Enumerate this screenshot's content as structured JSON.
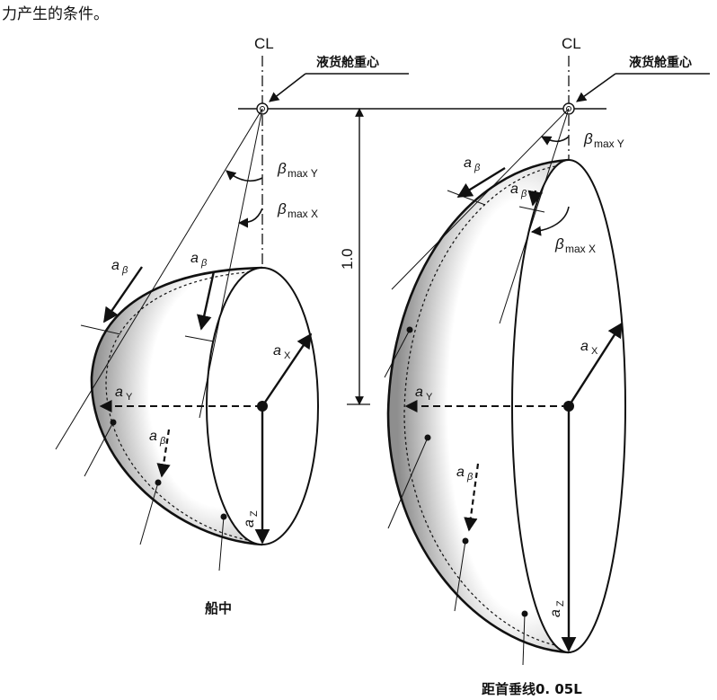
{
  "intro_text": "力产生的条件。",
  "left": {
    "cl": "CL",
    "callout": "液货舱重心",
    "beta_y": "β",
    "beta_y_sub": "max Y",
    "beta_x": "β",
    "beta_x_sub": "max X",
    "a_beta": "a",
    "a_beta_sub": "β",
    "a_x": "a",
    "a_x_sub": "X",
    "a_y": "a",
    "a_y_sub": "Y",
    "a_z": "a",
    "a_z_sub": "Z",
    "caption": "船中"
  },
  "right": {
    "cl": "CL",
    "callout": "液货舱重心",
    "beta_y": "β",
    "beta_y_sub": "max Y",
    "beta_x": "β",
    "beta_x_sub": "max X",
    "a_beta": "a",
    "a_beta_sub": "β",
    "a_x": "a",
    "a_x_sub": "X",
    "a_y": "a",
    "a_y_sub": "Y",
    "a_z": "a",
    "a_z_sub": "Z",
    "caption": "距首垂线0. 05L"
  },
  "dimension": "1.0",
  "colors": {
    "ink": "#111111",
    "shade": "#9a9a9a",
    "paper": "#ffffff"
  }
}
